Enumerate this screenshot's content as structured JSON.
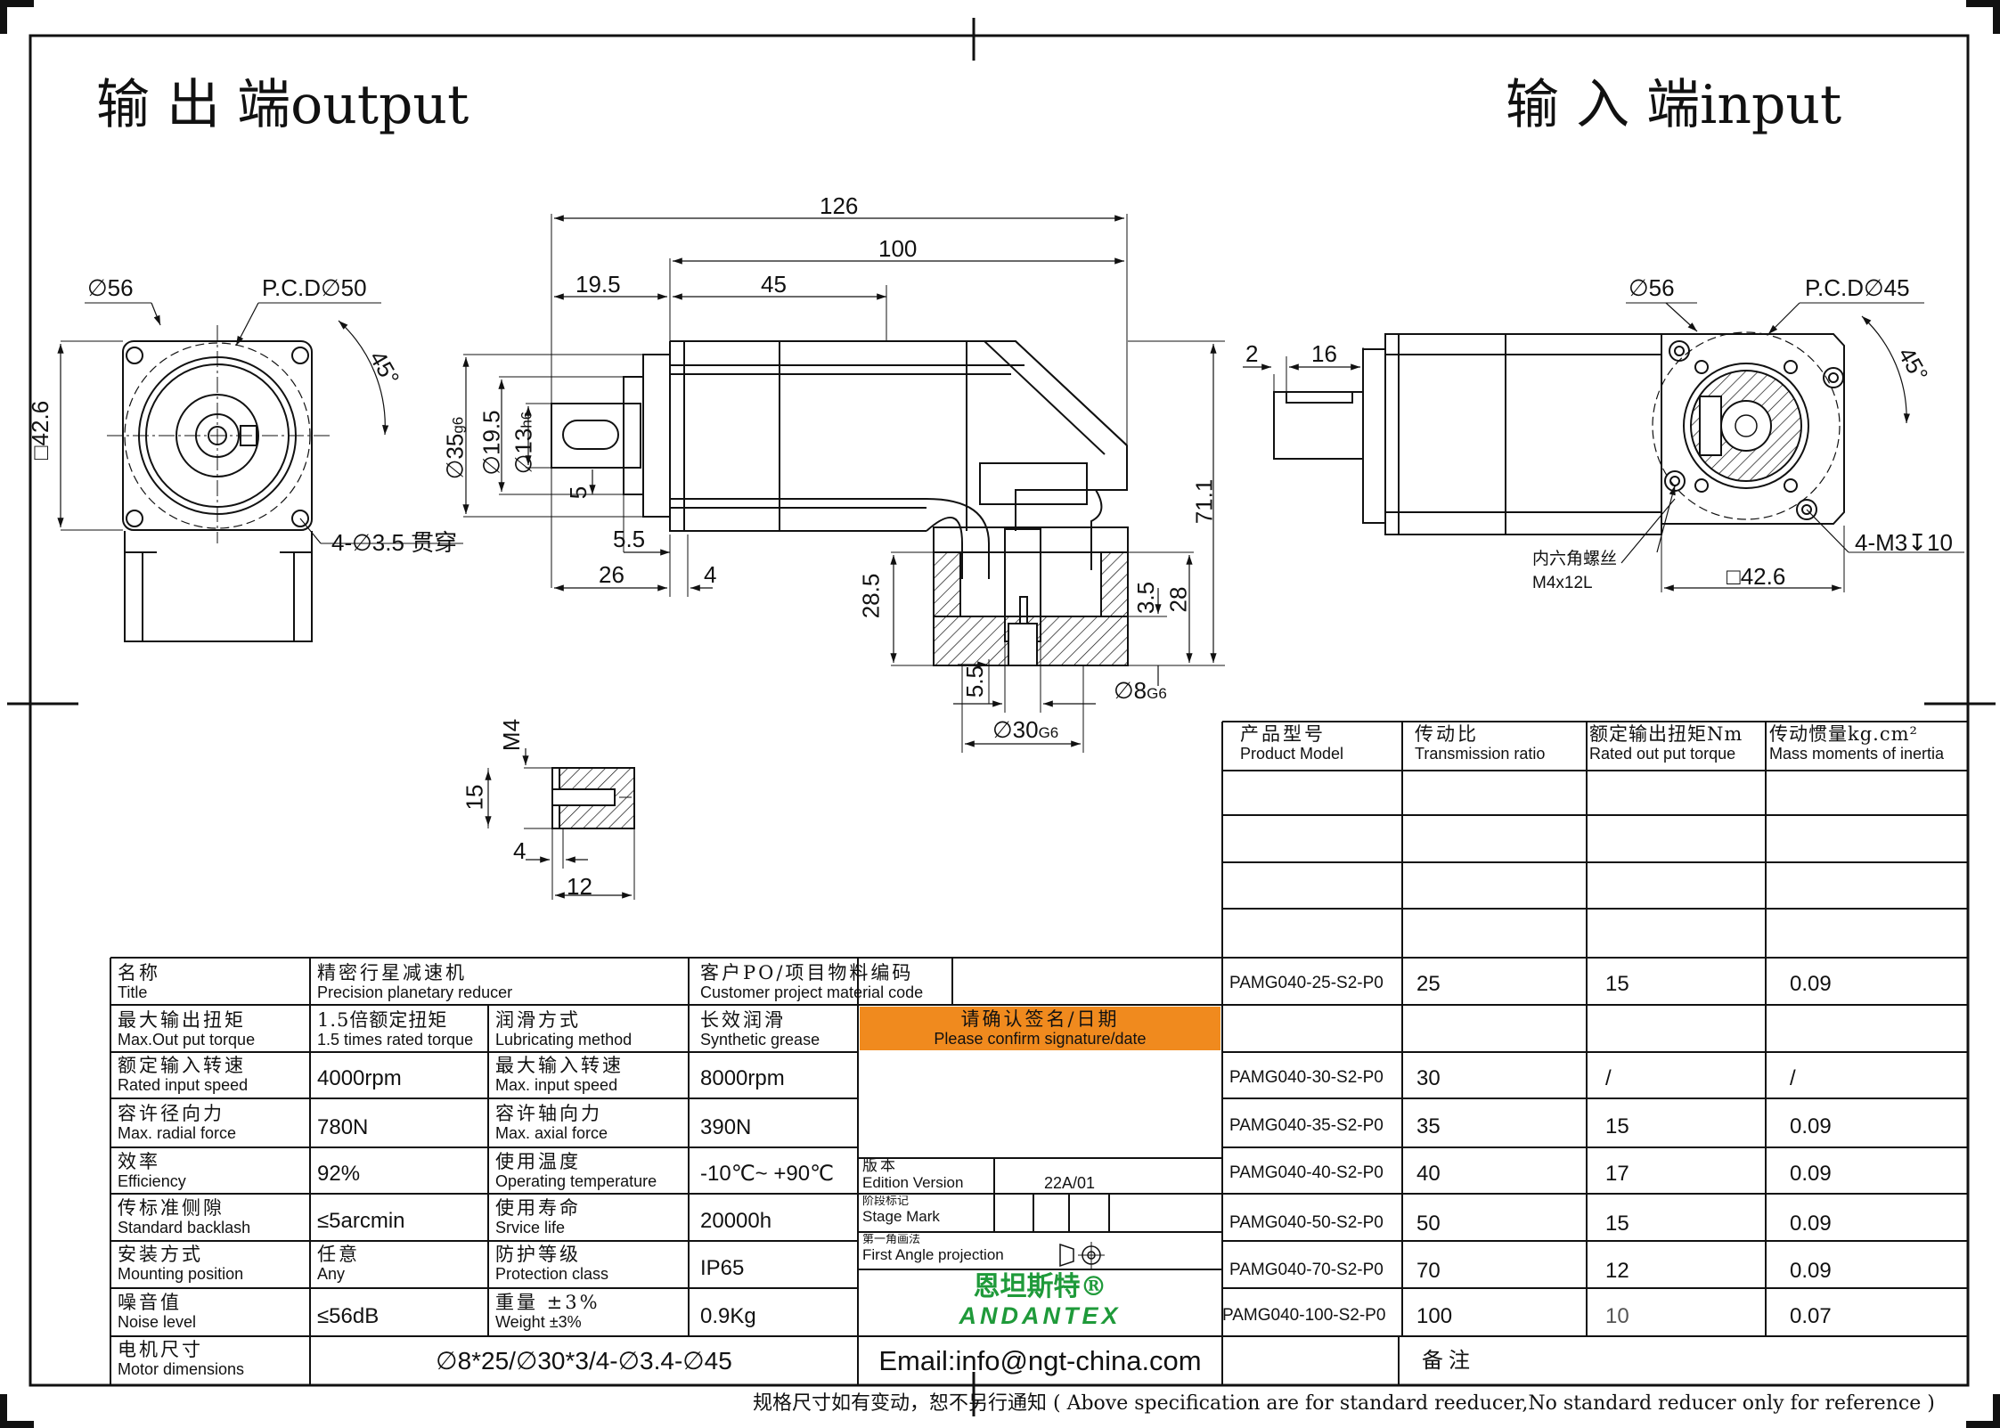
{
  "headings": {
    "output": "输 出 端output",
    "input": "输 入 端input"
  },
  "dimensions": {
    "front_output": {
      "phi56": "∅56",
      "pcd": "P.C.D∅50",
      "angle": "45°",
      "square": "□42.6",
      "holes": "4-∅3.5 贯穿"
    },
    "side": {
      "overall": "126",
      "body": "100",
      "flange_offset": "19.5",
      "shaft_len": "45",
      "phi35": "∅35",
      "phi35_tol": "g6",
      "phi195": "∅19.5",
      "phi13": "∅13",
      "phi13_tol": "h6",
      "key": "5",
      "step": "5.5",
      "len26": "26",
      "len4": "4",
      "h285": "28.5",
      "h35": "3.5",
      "h28": "28",
      "h711": "71.1",
      "h55": "5.5",
      "phi8": "∅8",
      "phi8_tol": "G6",
      "phi30": "∅30",
      "phi30_tol": "G6"
    },
    "front_input": {
      "d2": "2",
      "d16": "16",
      "phi56": "∅56",
      "pcd": "P.C.D∅45",
      "angle": "45°",
      "screw_cn": "内六角螺丝",
      "screw": "M4x12L",
      "square": "□42.6",
      "holes": "4-M3↧10"
    },
    "detail": {
      "m4": "M4",
      "d15": "15",
      "d4": "4",
      "d12": "12"
    }
  },
  "spec_table": {
    "name": {
      "cn": "名称",
      "en": "Title",
      "value_cn": "精密行星减速机",
      "value_en": "Precision planetary reducer"
    },
    "customer": {
      "cn": "客户PO/项目物料编码",
      "en": "Customer project material code"
    },
    "max_out": {
      "cn": "最大输出扭矩",
      "en": "Max.Out put torque",
      "value_cn": "1.5倍额定扭矩",
      "value_en": "1.5 times rated torque"
    },
    "lube": {
      "cn": "润滑方式",
      "en": "Lubricating method",
      "value_cn": "长效润滑",
      "value_en": "Synthetic grease"
    },
    "confirm": {
      "cn": "请确认签名/日期",
      "en": "Please confirm signature/date"
    },
    "rated_speed": {
      "cn": "额定输入转速",
      "en": "Rated input speed",
      "value": "4000rpm"
    },
    "max_speed": {
      "cn": "最大输入转速",
      "en": "Max. input speed",
      "value": "8000rpm"
    },
    "radial": {
      "cn": "容许径向力",
      "en": "Max. radial force",
      "value": "780N"
    },
    "axial": {
      "cn": "容许轴向力",
      "en": "Max. axial force",
      "value": "390N"
    },
    "efficiency": {
      "cn": "效率",
      "en": "Efficiency",
      "value": "92%"
    },
    "temp": {
      "cn": "使用温度",
      "en": "Operating temperature",
      "value": "-10℃~ +90℃"
    },
    "edition": {
      "cn": "版本",
      "en": "Edition Version",
      "value": "22A/01"
    },
    "backlash": {
      "cn": "传标准侧隙",
      "en": "Standard backlash",
      "value": "≤5arcmin"
    },
    "life": {
      "cn": "使用寿命",
      "en": "Srvice life",
      "value": "20000h"
    },
    "stage": {
      "cn": "阶段标记",
      "en": "Stage Mark"
    },
    "mounting": {
      "cn": "安装方式",
      "en": "Mounting position",
      "value_cn": "任意",
      "value_en": "Any"
    },
    "protection": {
      "cn": "防护等级",
      "en": "Protection class",
      "value": "IP65"
    },
    "projection": {
      "cn": "第一角画法",
      "en": "First Angle projection"
    },
    "noise": {
      "cn": "噪音值",
      "en": "Noise level",
      "value": "≤56dB"
    },
    "weight": {
      "cn": "重量 ±3%",
      "en": "Weight ±3%",
      "value": "0.9Kg"
    },
    "motor": {
      "cn": "电机尺寸",
      "en": "Motor dimensions",
      "value": "∅8*25/∅30*3/4-∅3.4-∅45"
    },
    "email": "Email:info@ngt-china.com",
    "remark": "备注",
    "logo_cn": "恩坦斯特®",
    "logo_en": "ANDANTEX"
  },
  "model_table": {
    "headers": [
      {
        "cn": "产品型号",
        "en": "Product Model"
      },
      {
        "cn": "传动比",
        "en": "Transmission ratio"
      },
      {
        "cn": "额定输出扭矩Nm",
        "en": "Rated out put torque"
      },
      {
        "cn": "传动惯量kg.cm²",
        "en": "Mass moments of inertia"
      }
    ],
    "rows": [
      {
        "model": "PAMG040-25-S2-P0",
        "ratio": "25",
        "torque": "15",
        "inertia": "0.09"
      },
      {
        "model": "PAMG040-30-S2-P0",
        "ratio": "30",
        "torque": "/",
        "inertia": "/"
      },
      {
        "model": "PAMG040-35-S2-P0",
        "ratio": "35",
        "torque": "15",
        "inertia": "0.09"
      },
      {
        "model": "PAMG040-40-S2-P0",
        "ratio": "40",
        "torque": "17",
        "inertia": "0.09"
      },
      {
        "model": "PAMG040-50-S2-P0",
        "ratio": "50",
        "torque": "15",
        "inertia": "0.09"
      },
      {
        "model": "PAMG040-70-S2-P0",
        "ratio": "70",
        "torque": "12",
        "inertia": "0.09"
      },
      {
        "model": "PAMG040-100-S2-P0",
        "ratio": "100",
        "torque": "10",
        "inertia": "0.07"
      }
    ]
  },
  "footer": "规格尺寸如有变动，恕不另行通知 ( Above specification are for standard reeducer,No standard reducer only for reference )",
  "colors": {
    "line": "#111111",
    "confirm_bg": "#f08a1e",
    "logo": "#1f9a3a"
  }
}
